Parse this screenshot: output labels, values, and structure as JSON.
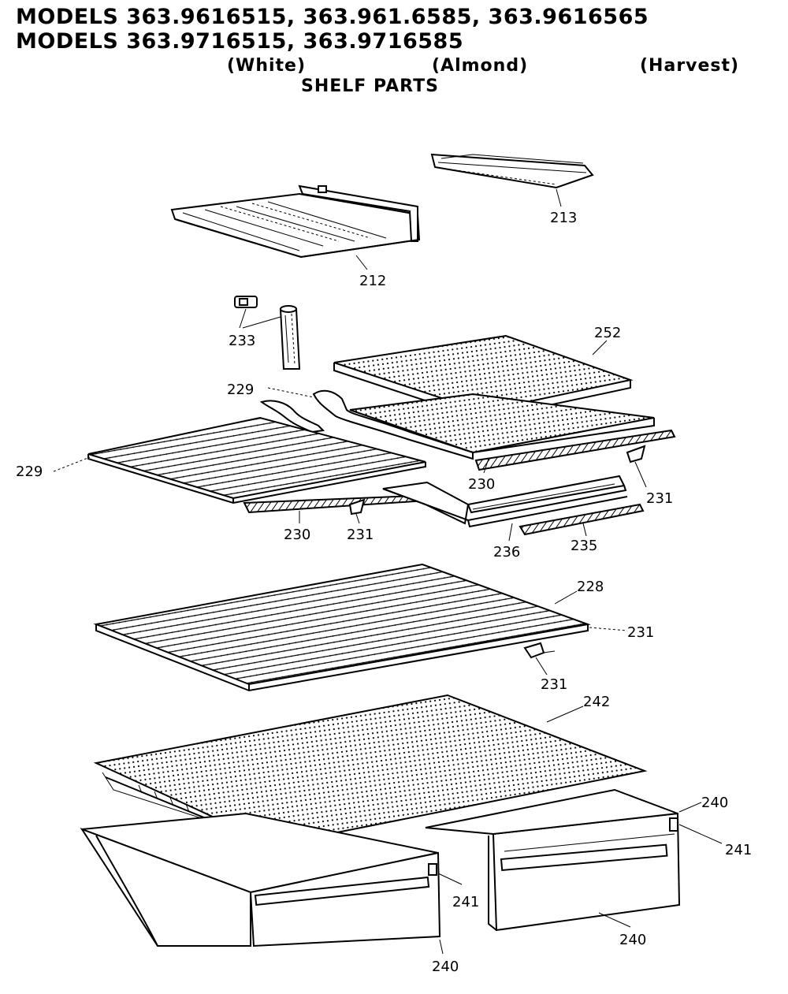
{
  "header": {
    "models_line_1": "MODELS 363.9616515, 363.961.6585, 363.9616565",
    "models_line_2": "MODELS 363.9716515, 363.9716585",
    "color_white": "(White)",
    "color_almond": "(Almond)",
    "color_harvest": "(Harvest)",
    "section_title": "SHELF PARTS"
  },
  "callouts": {
    "p213": "213",
    "p212": "212",
    "p233": "233",
    "p252": "252",
    "p229_top": "229",
    "p229_left": "229",
    "p230_right": "230",
    "p231_right": "231",
    "p230_left": "230",
    "p231_left": "231",
    "p236": "236",
    "p235": "235",
    "p228": "228",
    "p231_edge": "231",
    "p231_below": "231",
    "p242": "242",
    "p240_topright": "240",
    "p241_right": "241",
    "p241_left": "241",
    "p240_right": "240",
    "p240_bottom": "240"
  }
}
